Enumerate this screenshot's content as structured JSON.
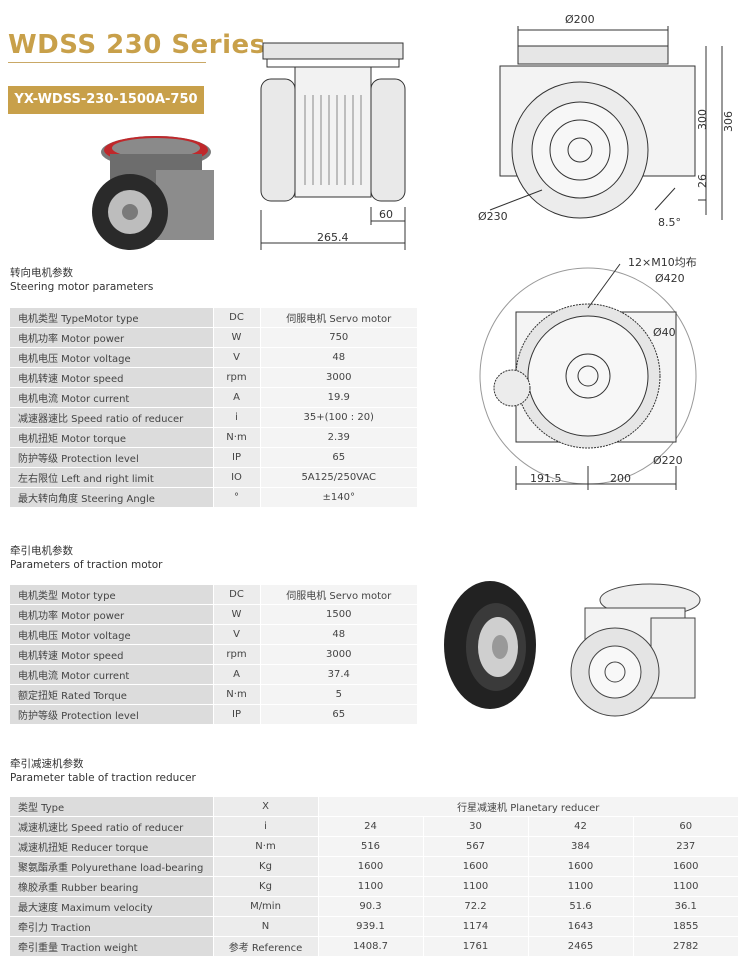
{
  "header": {
    "series": "WDSS 230 Series",
    "model": "YX-WDSS-230-1500A-750"
  },
  "drawings": {
    "front_dims": {
      "width": "265.4",
      "wheel": "60"
    },
    "side_dims": {
      "top": "Ø200",
      "wheel": "Ø230",
      "h1": "300",
      "h2": "306",
      "h3": "26",
      "angle": "8.5°"
    },
    "top_dims": {
      "note": "12×M10均布",
      "d420": "Ø420",
      "d40": "Ø40",
      "d220": "Ø220",
      "w1": "191.5",
      "w2": "200"
    }
  },
  "steering": {
    "title_cn": "转向电机参数",
    "title_en": "Steering motor parameters",
    "rows": [
      {
        "name": "电机类型 TypeMotor type",
        "unit": "DC",
        "value": "伺服电机 Servo motor"
      },
      {
        "name": "电机功率 Motor power",
        "unit": "W",
        "value": "750"
      },
      {
        "name": "电机电压 Motor voltage",
        "unit": "V",
        "value": "48"
      },
      {
        "name": "电机转速 Motor speed",
        "unit": "rpm",
        "value": "3000"
      },
      {
        "name": "电机电流 Motor current",
        "unit": "A",
        "value": "19.9"
      },
      {
        "name": "减速器速比 Speed ratio of reducer",
        "unit": "i",
        "value": "35+(100 : 20)"
      },
      {
        "name": "电机扭矩 Motor torque",
        "unit": "N·m",
        "value": "2.39"
      },
      {
        "name": "防护等级 Protection level",
        "unit": "IP",
        "value": "65"
      },
      {
        "name": "左右限位 Left and right limit",
        "unit": "IO",
        "value": "5A125/250VAC"
      },
      {
        "name": "最大转向角度 Steering Angle",
        "unit": "°",
        "value": "±140°"
      }
    ]
  },
  "traction": {
    "title_cn": "牵引电机参数",
    "title_en": "Parameters of traction motor",
    "rows": [
      {
        "name": "电机类型 Motor type",
        "unit": "DC",
        "value": "伺服电机 Servo motor"
      },
      {
        "name": "电机功率 Motor power",
        "unit": "W",
        "value": "1500"
      },
      {
        "name": "电机电压 Motor voltage",
        "unit": "V",
        "value": "48"
      },
      {
        "name": "电机转速 Motor speed",
        "unit": "rpm",
        "value": "3000"
      },
      {
        "name": "电机电流 Motor current",
        "unit": "A",
        "value": "37.4"
      },
      {
        "name": "额定扭矩 Rated Torque",
        "unit": "N·m",
        "value": "5"
      },
      {
        "name": "防护等级 Protection level",
        "unit": "IP",
        "value": "65"
      }
    ]
  },
  "reducer": {
    "title_cn": "牵引减速机参数",
    "title_en": "Parameter table of traction reducer",
    "header": {
      "name": "类型 Type",
      "unit": "X",
      "value": "行星减速机 Planetary reducer"
    },
    "rows": [
      {
        "name": "减速机速比 Speed ratio of reducer",
        "unit": "i",
        "values": [
          "24",
          "30",
          "42",
          "60"
        ]
      },
      {
        "name": "减速机扭矩 Reducer torque",
        "unit": "N·m",
        "values": [
          "516",
          "567",
          "384",
          "237"
        ]
      },
      {
        "name": "聚氨酯承重 Polyurethane load-bearing",
        "unit": "Kg",
        "values": [
          "1600",
          "1600",
          "1600",
          "1600"
        ]
      },
      {
        "name": "橡胶承重 Rubber bearing",
        "unit": "Kg",
        "values": [
          "1100",
          "1100",
          "1100",
          "1100"
        ]
      },
      {
        "name": "最大速度 Maximum velocity",
        "unit": "M/min",
        "values": [
          "90.3",
          "72.2",
          "51.6",
          "36.1"
        ]
      },
      {
        "name": "牵引力 Traction",
        "unit": "N",
        "values": [
          "939.1",
          "1174",
          "1643",
          "1855"
        ]
      },
      {
        "name": "牵引重量 Traction weight",
        "unit": "参考 Reference",
        "values": [
          "1408.7",
          "1761",
          "2465",
          "2782"
        ]
      }
    ]
  }
}
